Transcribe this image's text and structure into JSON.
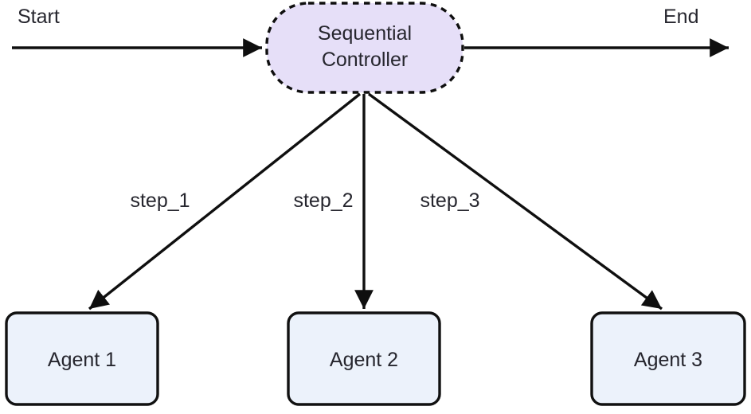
{
  "diagram": {
    "start_label": "Start",
    "end_label": "End",
    "controller": {
      "line1": "Sequential",
      "line2": "Controller"
    },
    "edge_labels": [
      "step_1",
      "step_2",
      "step_3"
    ],
    "agents": [
      "Agent 1",
      "Agent 2",
      "Agent 3"
    ],
    "colors": {
      "controller_fill": "#e6dff8",
      "agent_fill": "#ecf2fb",
      "line_stroke": "#0f0f0f",
      "text": "#26262e"
    }
  }
}
